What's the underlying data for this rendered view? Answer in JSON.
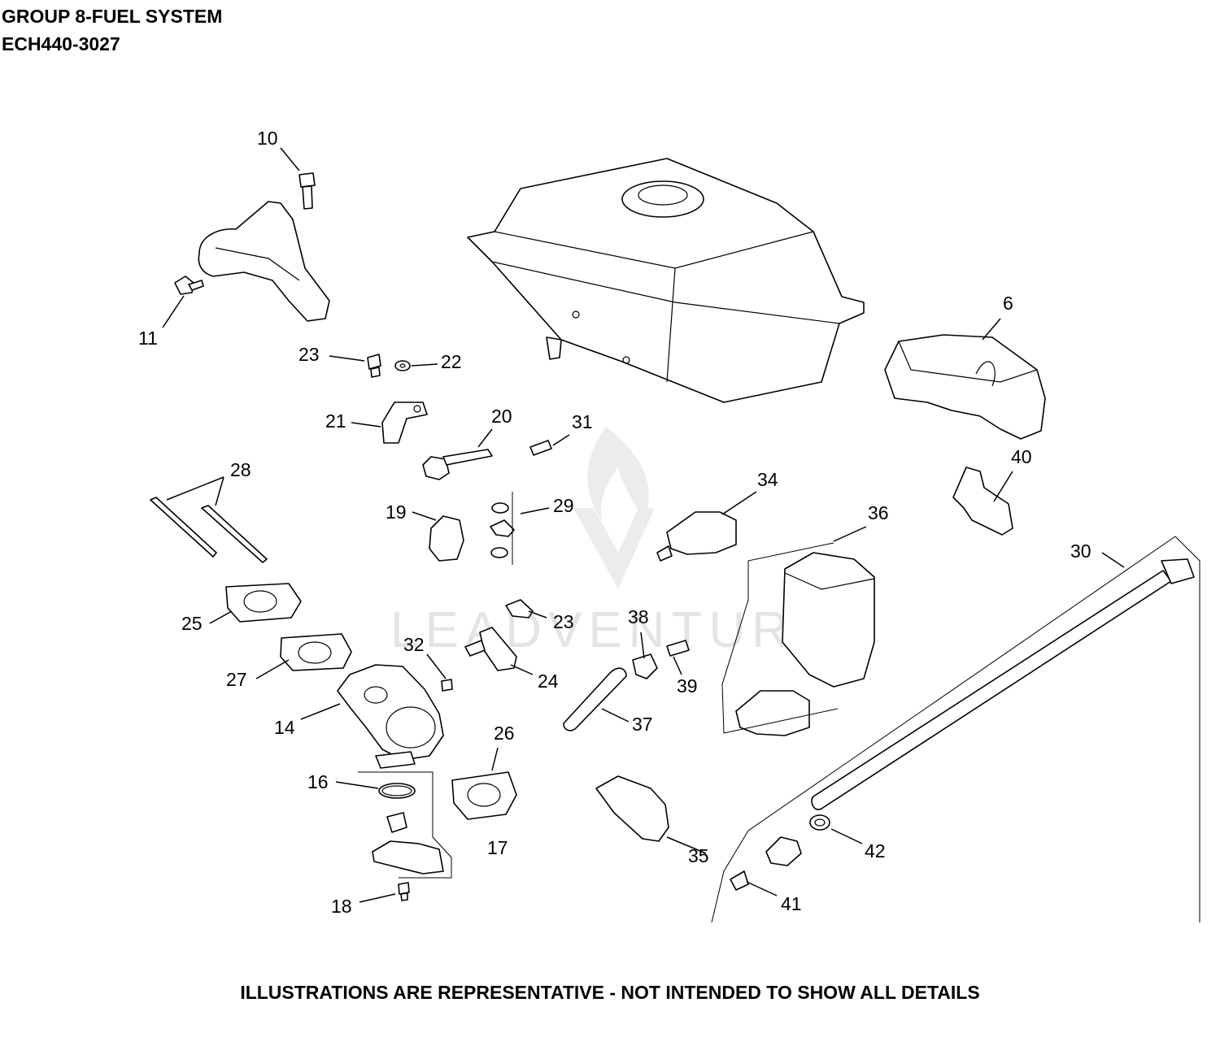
{
  "header": {
    "title": "GROUP 8-FUEL SYSTEM",
    "model": "ECH440-3027"
  },
  "footer": {
    "disclaimer": "ILLUSTRATIONS ARE REPRESENTATIVE - NOT INTENDED TO SHOW ALL DETAILS"
  },
  "watermark": {
    "text": "LEADVENTURE",
    "color": "#e4e4e4"
  },
  "callouts": {
    "c10": "10",
    "c11": "11",
    "c23a": "23",
    "c22": "22",
    "c6": "6",
    "c21": "21",
    "c20": "20",
    "c31": "31",
    "c28": "28",
    "c34": "34",
    "c40": "40",
    "c19": "19",
    "c29": "29",
    "c36": "36",
    "c30": "30",
    "c25": "25",
    "c23b": "23",
    "c38": "38",
    "c32": "32",
    "c27": "27",
    "c24": "24",
    "c39": "39",
    "c14": "14",
    "c37": "37",
    "c26": "26",
    "c16": "16",
    "c17": "17",
    "c35": "35",
    "c42": "42",
    "c18": "18",
    "c41": "41"
  }
}
